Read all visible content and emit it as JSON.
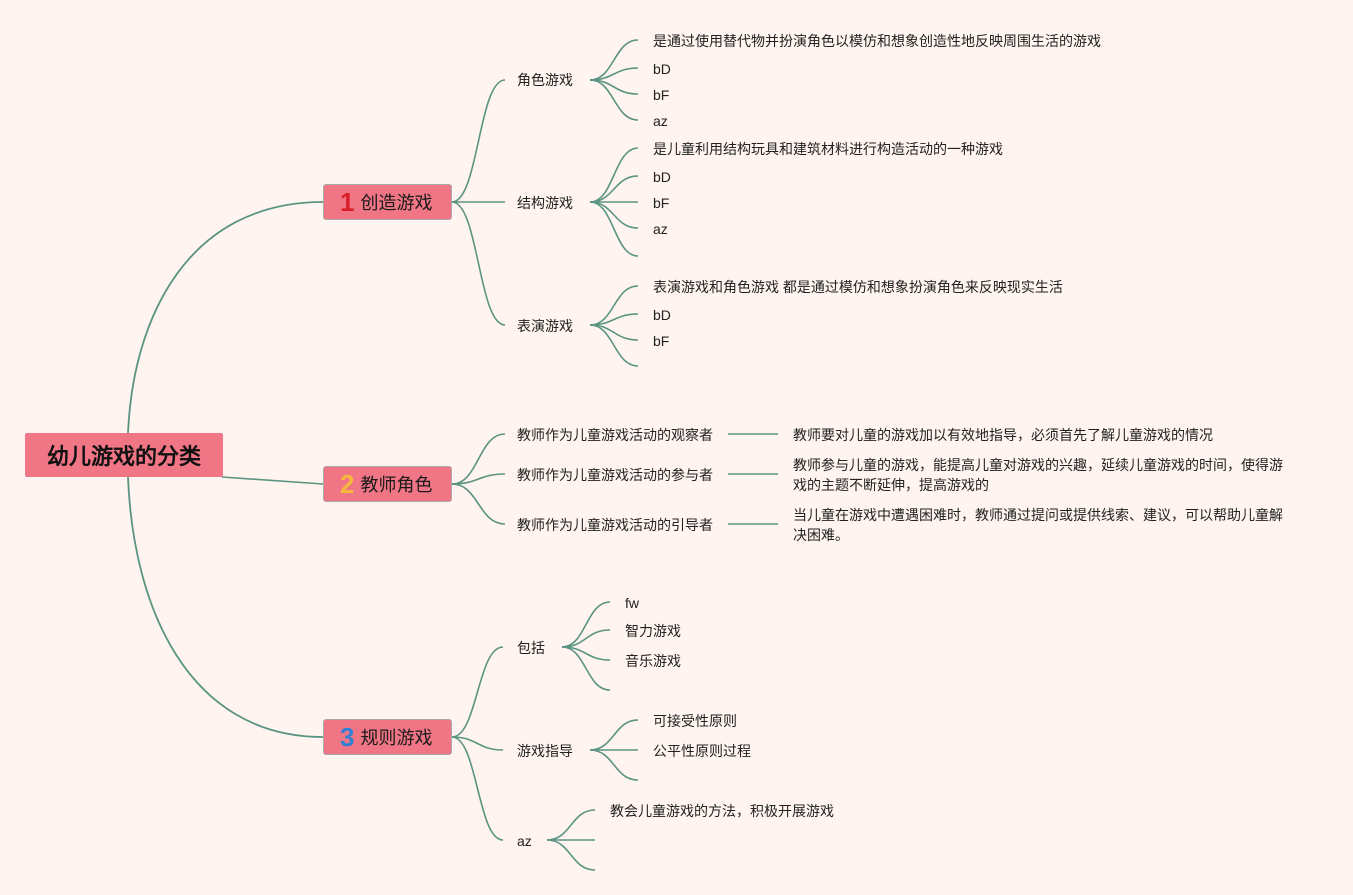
{
  "root": {
    "label": "幼儿游戏的分类"
  },
  "branches": [
    {
      "num": "1",
      "num_color": "#d81f2a",
      "label": "创造游戏",
      "children": [
        {
          "label": "角色游戏",
          "children": [
            "是通过使用替代物并扮演角色以模仿和想象创造性地反映周围生活的游戏",
            "bD",
            "bF",
            "az"
          ]
        },
        {
          "label": "结构游戏",
          "children": [
            "是儿童利用结构玩具和建筑材料进行构造活动的一种游戏",
            "bD",
            "bF",
            "az",
            ""
          ]
        },
        {
          "label": "表演游戏",
          "children": [
            "表演游戏和角色游戏 都是通过模仿和想象扮演角色来反映现实生活",
            "bD",
            "bF",
            ""
          ]
        }
      ]
    },
    {
      "num": "2",
      "num_color": "#f6b83c",
      "label": "教师角色",
      "children": [
        {
          "label": "教师作为儿童游戏活动的观察者",
          "children": [
            "教师要对儿童的游戏加以有效地指导，必须首先了解儿童游戏的情况"
          ]
        },
        {
          "label": "教师作为儿童游戏活动的参与者",
          "children": [
            "教师参与儿童的游戏，能提高儿童对游戏的兴趣，延续儿童游戏的时间，使得游戏的主题不断延伸，提高游戏的"
          ]
        },
        {
          "label": "教师作为儿童游戏活动的引导者",
          "children": [
            "当儿童在游戏中遭遇困难时，教师通过提问或提供线索、建议，可以帮助儿童解决困难。"
          ]
        }
      ]
    },
    {
      "num": "3",
      "num_color": "#2f7fd6",
      "label": "规则游戏",
      "children": [
        {
          "label": "包括",
          "children": [
            "fw",
            "智力游戏",
            "音乐游戏",
            ""
          ]
        },
        {
          "label": "游戏指导",
          "children": [
            "可接受性原则",
            "公平性原则过程",
            ""
          ]
        },
        {
          "label": "az",
          "children": [
            "教会儿童游戏的方法，积极开展游戏",
            "",
            ""
          ]
        }
      ]
    }
  ],
  "colors": {
    "line": "#5a9482",
    "root_fill": "#f07585",
    "main_fill": "#f07585",
    "background": "#fff4ef"
  }
}
